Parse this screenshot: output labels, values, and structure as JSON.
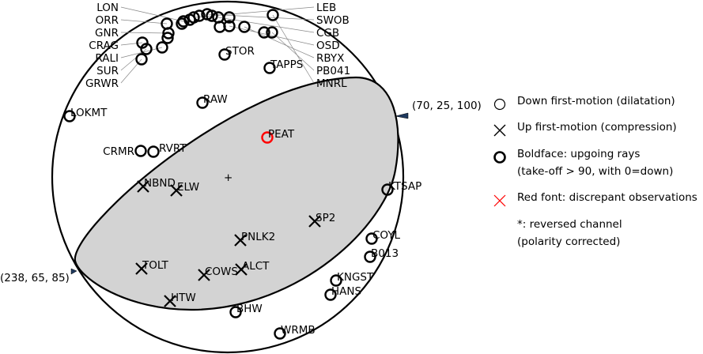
{
  "chart_data": {
    "type": "focal-mechanism",
    "nodal_planes": [
      {
        "label": "(70, 25, 100)",
        "strike": 70,
        "dip": 25,
        "rake": 100
      },
      {
        "label": "(238, 65, 85)",
        "strike": 238,
        "dip": 65,
        "rake": 85
      }
    ],
    "compressional_fill": "#d3d3d3",
    "stations": [
      {
        "name": "MNRL",
        "polarity": "down",
        "color": "#000000"
      },
      {
        "name": "TAPPS",
        "polarity": "down",
        "color": "#000000"
      },
      {
        "name": "STOR",
        "polarity": "down",
        "color": "#000000"
      },
      {
        "name": "GRWR",
        "polarity": "down",
        "color": "#000000"
      },
      {
        "name": "CRAG",
        "polarity": "down",
        "color": "#000000"
      },
      {
        "name": "RALI",
        "polarity": "down",
        "color": "#000000"
      },
      {
        "name": "SUR",
        "polarity": "down",
        "color": "#000000"
      },
      {
        "name": "ORR",
        "polarity": "down",
        "color": "#000000"
      },
      {
        "name": "GNR",
        "polarity": "down",
        "color": "#000000"
      },
      {
        "name": "LON",
        "polarity": "down",
        "color": "#000000"
      },
      {
        "name": "LEB",
        "polarity": "down",
        "color": "#000000"
      },
      {
        "name": "SWOB",
        "polarity": "down",
        "color": "#000000"
      },
      {
        "name": "CGB",
        "polarity": "down",
        "color": "#000000"
      },
      {
        "name": "OSD",
        "polarity": "down",
        "color": "#000000"
      },
      {
        "name": "RBYX",
        "polarity": "down",
        "color": "#000000"
      },
      {
        "name": "PB041",
        "polarity": "down",
        "color": "#000000"
      },
      {
        "name": "RAW",
        "polarity": "down",
        "color": "#000000"
      },
      {
        "name": "LOKMT",
        "polarity": "down",
        "color": "#000000"
      },
      {
        "name": "CRMR",
        "polarity": "down",
        "color": "#000000"
      },
      {
        "name": "RVRT",
        "polarity": "down",
        "color": "#000000"
      },
      {
        "name": "PEAT",
        "polarity": "down",
        "color": "#ff0000"
      },
      {
        "name": "NBND",
        "polarity": "up",
        "color": "#000000"
      },
      {
        "name": "ELW",
        "polarity": "up",
        "color": "#000000"
      },
      {
        "name": "KTSAP",
        "polarity": "down",
        "color": "#000000"
      },
      {
        "name": "SP2",
        "polarity": "up",
        "color": "#000000"
      },
      {
        "name": "PNLK2",
        "polarity": "up",
        "color": "#000000"
      },
      {
        "name": "COYL",
        "polarity": "down",
        "color": "#000000"
      },
      {
        "name": "B013",
        "polarity": "down",
        "color": "#000000"
      },
      {
        "name": "TOLT",
        "polarity": "up",
        "color": "#000000"
      },
      {
        "name": "COWS",
        "polarity": "up",
        "color": "#000000"
      },
      {
        "name": "ALCT",
        "polarity": "up",
        "color": "#000000"
      },
      {
        "name": "KNGST",
        "polarity": "down",
        "color": "#000000"
      },
      {
        "name": "HANS",
        "polarity": "down",
        "color": "#000000"
      },
      {
        "name": "HTW",
        "polarity": "up",
        "color": "#000000"
      },
      {
        "name": "BHW",
        "polarity": "down",
        "color": "#000000"
      },
      {
        "name": "WRMB",
        "polarity": "down",
        "color": "#000000"
      }
    ]
  },
  "legend": {
    "down": "Down first-motion (dilatation)",
    "up": "Up first-motion (compression)",
    "bold1": "Boldface: upgoing rays",
    "bold2": "(take-off > 90, with 0=down)",
    "red": "Red font: discrepant observations",
    "rev1": "*: reversed channel",
    "rev2": "(polarity corrected)"
  }
}
